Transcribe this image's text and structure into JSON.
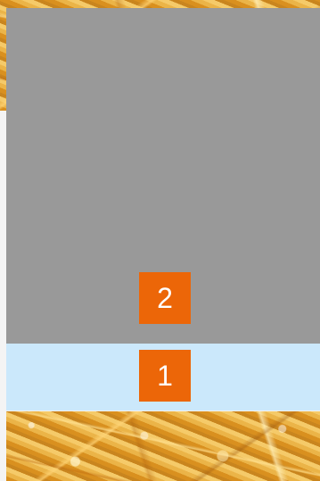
{
  "blocks": {
    "upper": {
      "label": "2"
    },
    "lower": {
      "label": "1"
    }
  },
  "colors": {
    "panel_gray": "#999999",
    "strip_blue": "#cbe8fb",
    "accent_orange": "#ec6608",
    "label_white": "#ffffff"
  },
  "icons": {
    "background_texture": "straw-texture"
  }
}
